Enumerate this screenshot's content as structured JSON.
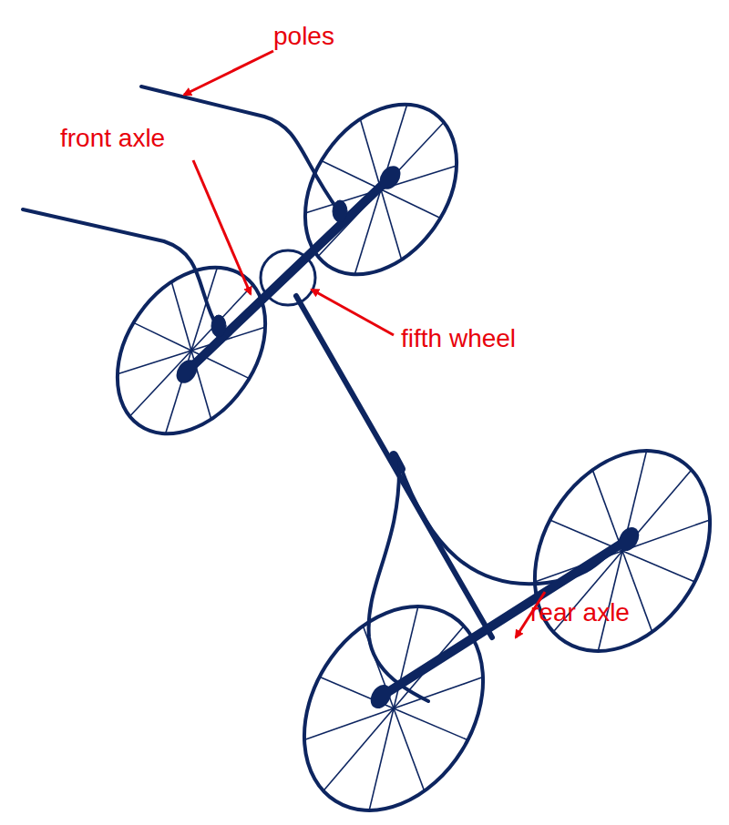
{
  "diagram": {
    "labels": [
      "poles",
      "front axle",
      "fifth wheel",
      "rear axle"
    ]
  }
}
